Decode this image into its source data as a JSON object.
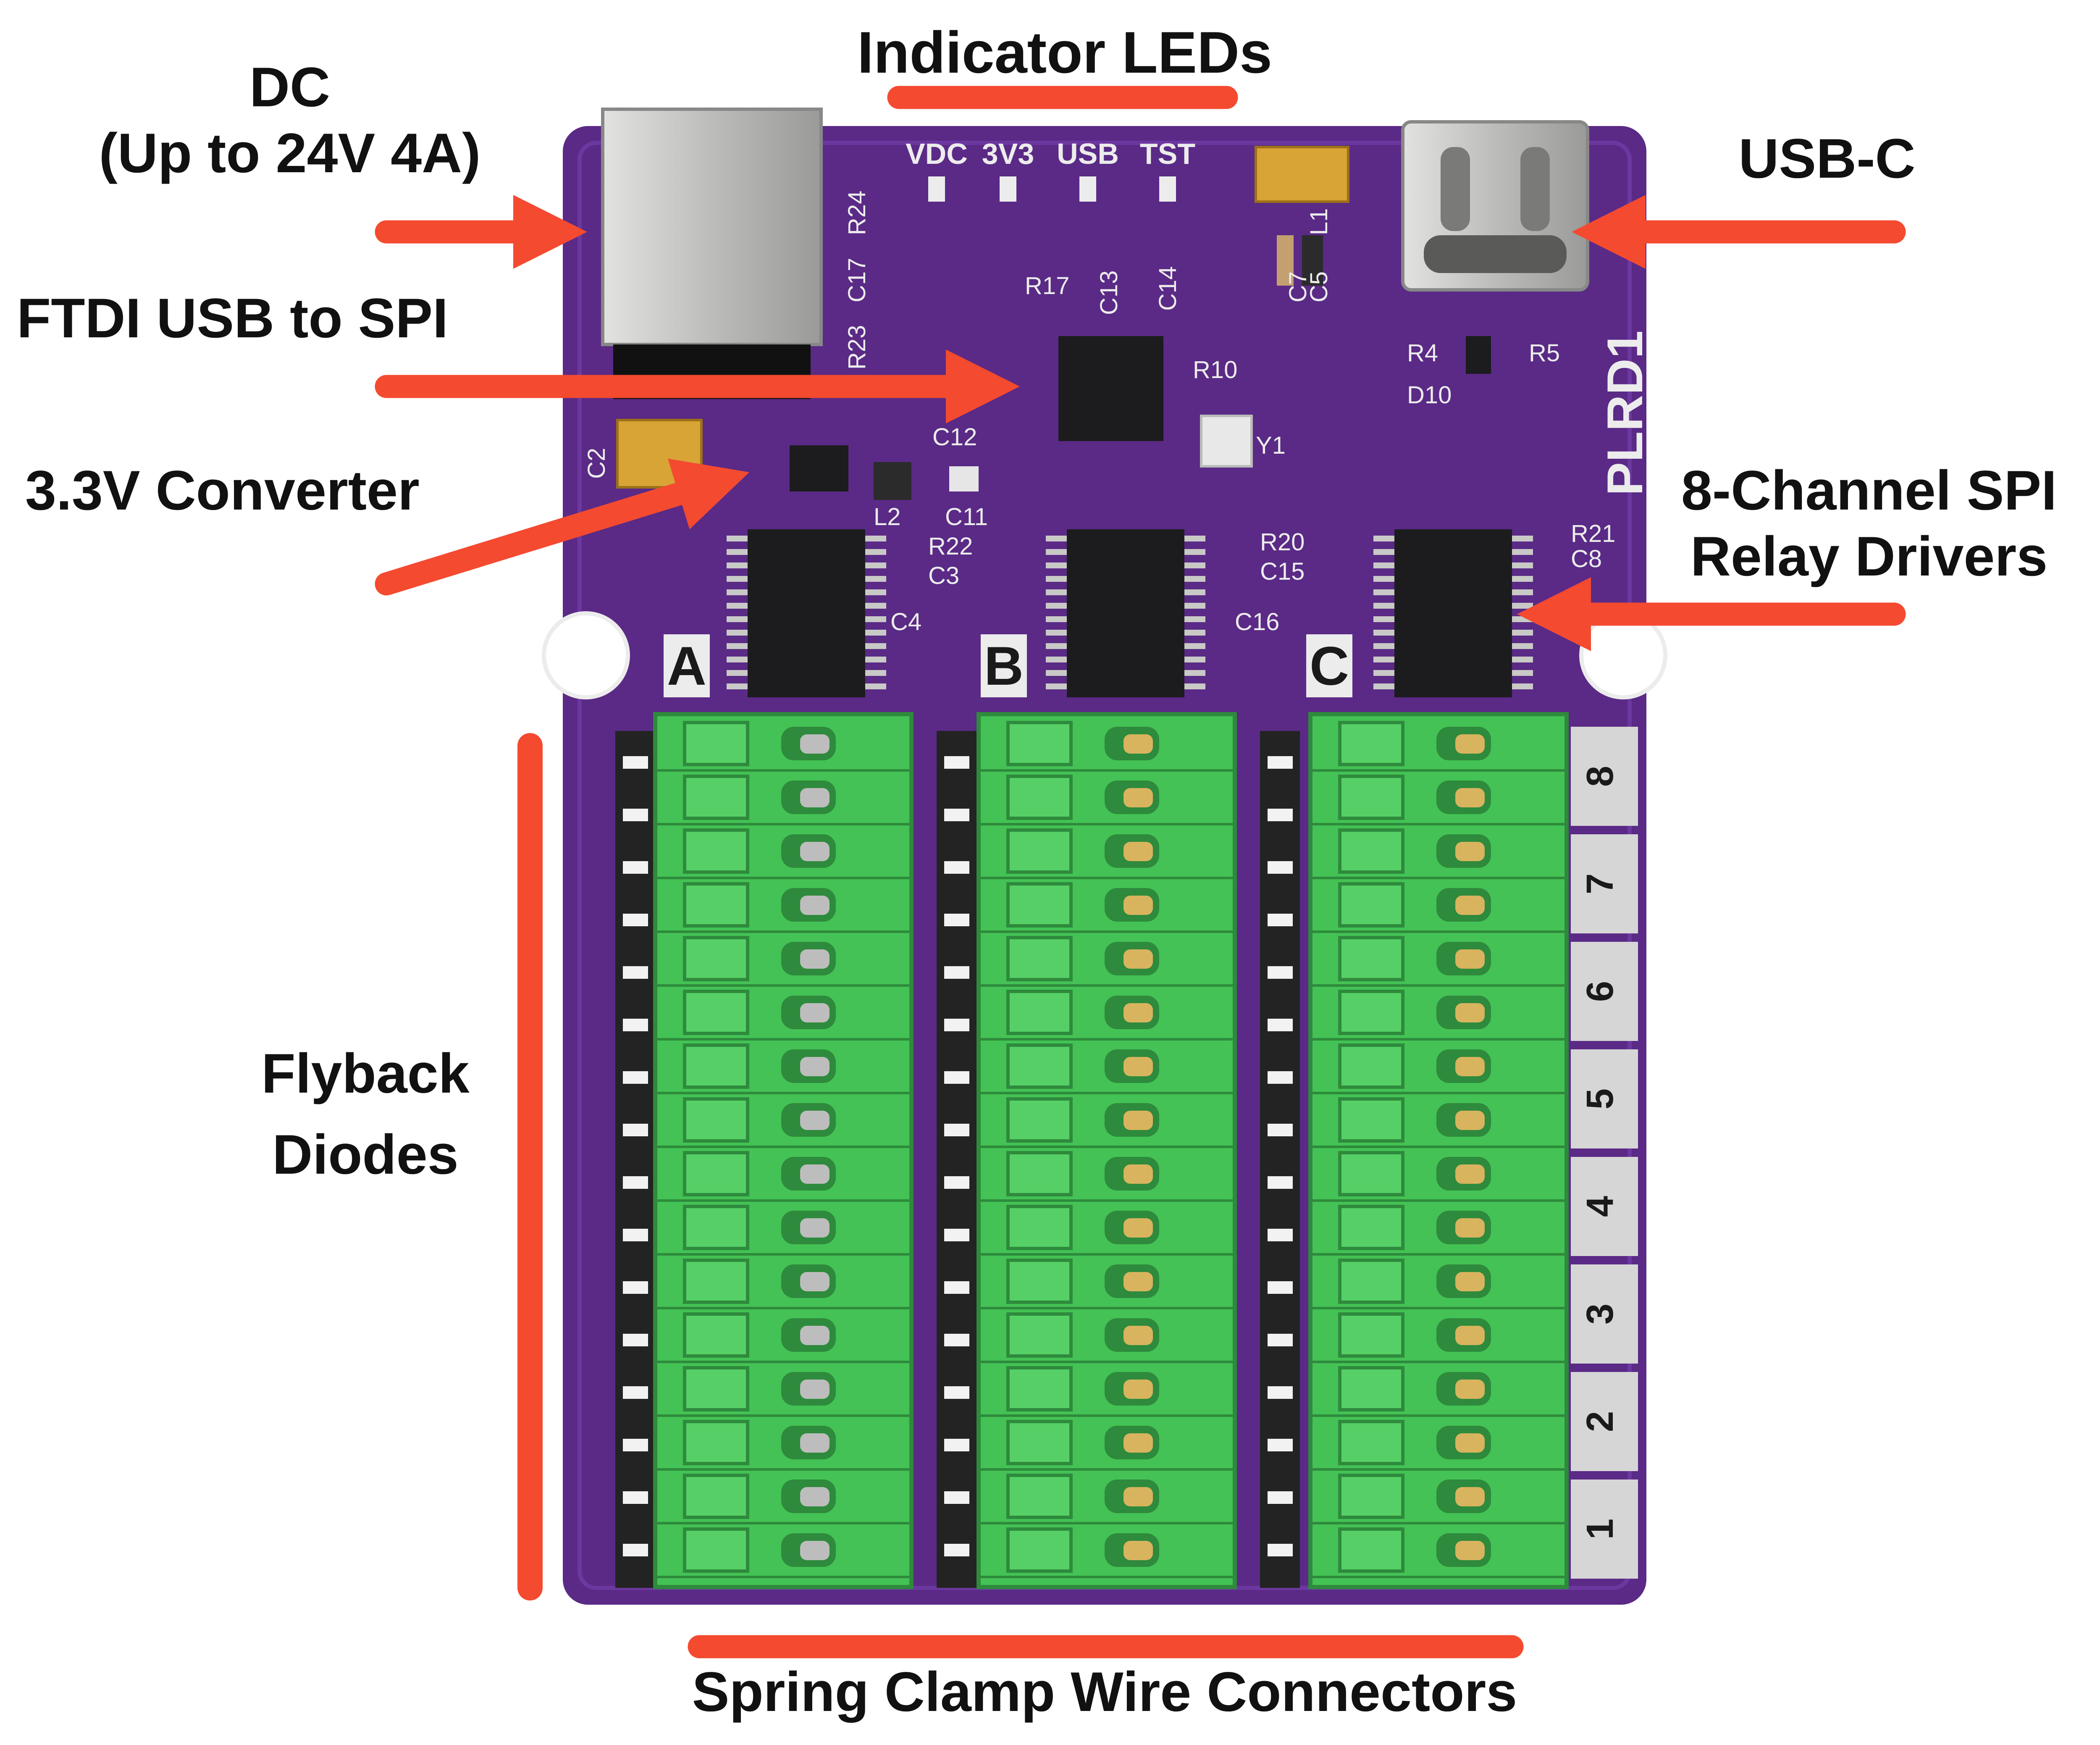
{
  "labels": {
    "indicator_leds": "Indicator LEDs",
    "dc_line1": "DC",
    "dc_line2": "(Up to 24V 4A)",
    "usb_c": "USB-C",
    "ftdi": "FTDI USB to SPI",
    "converter": "3.3V Converter",
    "relay_line1": "8-Channel SPI",
    "relay_line2": "Relay Drivers",
    "flyback_line1": "Flyback",
    "flyback_line2": "Diodes",
    "spring_clamp": "Spring Clamp Wire Connectors"
  },
  "silkscreen": {
    "led_labels": [
      "VDC",
      "3V3",
      "USB",
      "TST"
    ],
    "board_name": "PLRD1",
    "bank_labels": [
      "A",
      "B",
      "C"
    ],
    "channel_numbers": [
      "8",
      "7",
      "6",
      "5",
      "4",
      "3",
      "2",
      "1"
    ],
    "refdes": [
      "C17",
      "R24",
      "R23",
      "C2",
      "R17",
      "C13",
      "C14",
      "R10",
      "C12",
      "Y1",
      "C7",
      "C5",
      "L1",
      "R4",
      "R5",
      "D10",
      "L2",
      "C11",
      "R22",
      "C3",
      "C4",
      "R20",
      "C15",
      "C16",
      "R21",
      "C8"
    ]
  },
  "colors": {
    "pcb": "#5a2a86",
    "pcb_dark": "#3e1c62",
    "silkscreen": "#ececec",
    "connector_green": "#44c255",
    "arrow_red": "#f44a30",
    "chip_black": "#1c1c1e",
    "metal": "#c9c9c7",
    "gold": "#d8b45e"
  }
}
